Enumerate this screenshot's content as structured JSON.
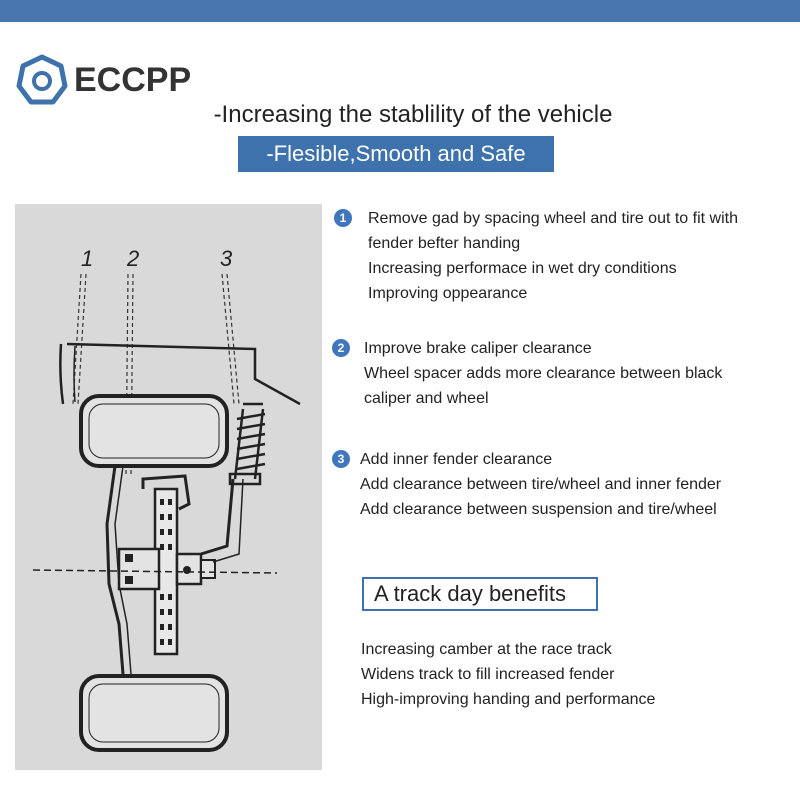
{
  "brand": {
    "name": "ECCPP",
    "logo_icon": "eccpp-logo-icon"
  },
  "header": {
    "subtitle": "-Increasing the stablility of the vehicle",
    "tagline": "-Flesible,Smooth and Safe"
  },
  "diagram": {
    "labels": [
      "1",
      "2",
      "3"
    ]
  },
  "items": [
    {
      "number": "1",
      "lines": [
        "Remove gad by spacing wheel and tire out to fit with",
        "fender befter handing",
        "Increasing performace in wet dry conditions",
        "Improving oppearance"
      ]
    },
    {
      "number": "2",
      "lines": [
        "Improve brake caliper clearance",
        "Wheel spacer adds more clearance between black",
        "caliper and wheel"
      ]
    },
    {
      "number": "3",
      "lines": [
        "Add inner fender clearance",
        "Add clearance between tire/wheel and inner fender",
        "Add clearance between suspension and tire/wheel"
      ]
    }
  ],
  "track_day": {
    "title": "A track day benefits",
    "lines": [
      "Increasing camber at the race track",
      "Widens track to fill increased fender",
      "High-improving handing and performance"
    ]
  },
  "colors": {
    "accent": "#3e72ac",
    "topbar": "#4a76b0",
    "diagram_bg": "#d9d9d9"
  }
}
